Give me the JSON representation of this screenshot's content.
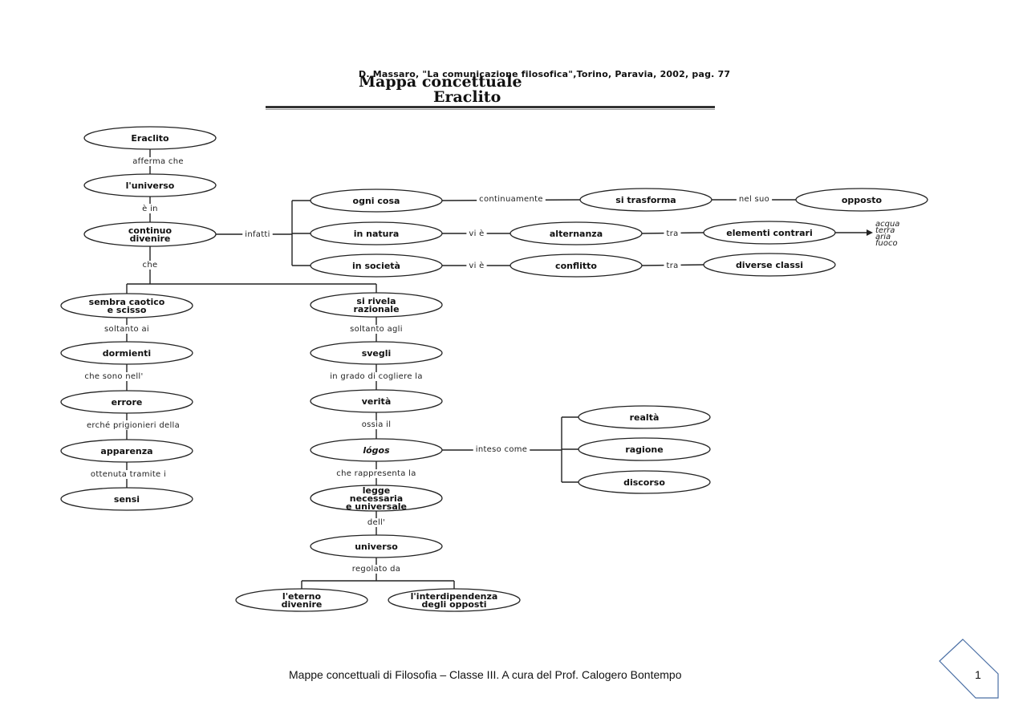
{
  "header": {
    "citation": "D. Massaro, \"La comunicazione filosofica\",Torino, Paravia, 2002, pag. 77",
    "title": "Mappa concettuale",
    "subtitle": "Eraclito"
  },
  "footer": {
    "text": "Mappe concettuali di Filosofia – Classe III.  A cura del  Prof. Calogero Bontempo",
    "page_number": "1"
  },
  "colors": {
    "ink": "#222222",
    "badge_stroke": "#4a6fa5"
  },
  "nodes": {
    "eraclito": [
      "Eraclito"
    ],
    "universo_top": [
      "l'universo"
    ],
    "continuo": [
      "continuo",
      "divenire"
    ],
    "ogni_cosa": [
      "ogni cosa"
    ],
    "in_natura": [
      "in natura"
    ],
    "in_societa": [
      "in società"
    ],
    "si_trasforma": [
      "si trasforma"
    ],
    "opposto": [
      "opposto"
    ],
    "alternanza": [
      "alternanza"
    ],
    "elementi_contrari": [
      "elementi contrari"
    ],
    "conflitto": [
      "conflitto"
    ],
    "diverse_classi": [
      "diverse classi"
    ],
    "caotico": [
      "sembra caotico",
      "e scisso"
    ],
    "razionale": [
      "si rivela",
      "razionale"
    ],
    "dormienti": [
      "dormienti"
    ],
    "svegli": [
      "svegli"
    ],
    "errore": [
      "errore"
    ],
    "verita": [
      "verità"
    ],
    "apparenza": [
      "apparenza"
    ],
    "logos": [
      "lógos"
    ],
    "sensi": [
      "sensi"
    ],
    "legge": [
      "legge",
      "necessaria",
      "e universale"
    ],
    "universo_bottom": [
      "universo"
    ],
    "eterno": [
      "l'eterno",
      "divenire"
    ],
    "interdipendenza": [
      "l'interdipendenza",
      "degli opposti"
    ],
    "realta": [
      "realtà"
    ],
    "ragione": [
      "ragione"
    ],
    "discorso": [
      "discorso"
    ]
  },
  "edge_labels": {
    "afferma_che": "afferma che",
    "e_in": "è in",
    "infatti": "infatti",
    "che": "che",
    "continuamente": "continuamente",
    "nel_suo": "nel suo",
    "vi_e_1": "vi è",
    "tra_1": "tra",
    "vi_e_2": "vi è",
    "tra_2": "tra",
    "soltanto_ai": "soltanto ai",
    "che_sono_nell": "che sono nell'",
    "perche_prigionieri": "erché prigionieri della",
    "ottenuta_tramite": "ottenuta tramite i",
    "soltanto_agli": "soltanto agli",
    "in_grado": "in grado di cogliere la",
    "ossia_il": "ossia il",
    "che_rappresenta": "che rappresenta la",
    "dell": "dell'",
    "regolato_da": "regolato da",
    "inteso_come": "inteso come"
  },
  "elements": [
    "acqua",
    "terra",
    "aria",
    "fuoco"
  ]
}
